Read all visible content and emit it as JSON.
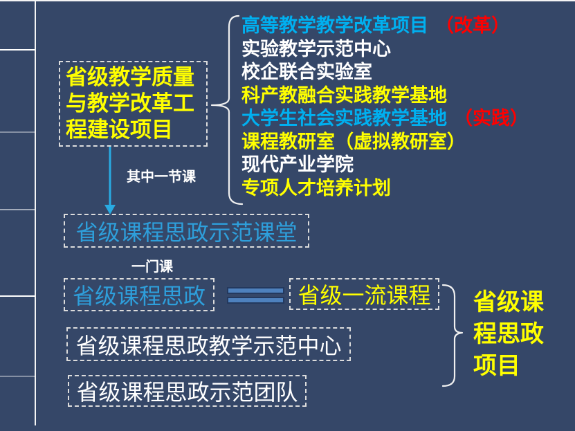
{
  "palette": {
    "bg": "#354768",
    "edge": "#f5f5f5",
    "dash": "#dcdcdc",
    "brace": "#f0f0f0",
    "yellow": "#ffff00",
    "cyan": "#00b0f0",
    "red": "#ff0000",
    "white": "#ffffff",
    "azure": "#2e9fdb",
    "arrow": "#29abe2",
    "equalsFill": "#4e81bd",
    "equalsEdge": "#24395e"
  },
  "slide": {
    "quality_project_box": {
      "label": "省级教学质量\n与教学改革工\n程建设项目"
    },
    "project_list": {
      "items": [
        {
          "parts": [
            {
              "text": "高等教学教学改革项目",
              "color": "cyan"
            },
            {
              "text": "（改革）",
              "color": "red"
            }
          ]
        },
        {
          "parts": [
            {
              "text": "实验教学示范中心",
              "color": "white"
            }
          ]
        },
        {
          "parts": [
            {
              "text": "校企联合实验室",
              "color": "white"
            }
          ]
        },
        {
          "parts": [
            {
              "text": "科产教融合实践教学基地",
              "color": "yellow"
            }
          ]
        },
        {
          "parts": [
            {
              "text": "大学生社会实践教学基地",
              "color": "cyan"
            },
            {
              "text": "（实践）",
              "color": "red"
            }
          ]
        },
        {
          "parts": [
            {
              "text": "课程教研室（虚拟教研室）",
              "color": "yellow"
            }
          ]
        },
        {
          "parts": [
            {
              "text": "现代产业学院",
              "color": "white"
            }
          ]
        },
        {
          "parts": [
            {
              "text": "专项人才培养计划",
              "color": "yellow"
            }
          ]
        }
      ]
    },
    "arrow_label": "其中一节课",
    "demo_class_box": {
      "label": "省级课程思政示范课堂"
    },
    "one_course_label": "一门课",
    "ideology_box": {
      "label": "省级课程思政"
    },
    "first_class_box": {
      "label": "省级一流课程"
    },
    "demo_center_box": {
      "label": "省级课程思政教学示范中心"
    },
    "demo_team_box": {
      "label": "省级课程思政示范团队"
    },
    "group_label": "省级课\n程思政\n项目"
  }
}
